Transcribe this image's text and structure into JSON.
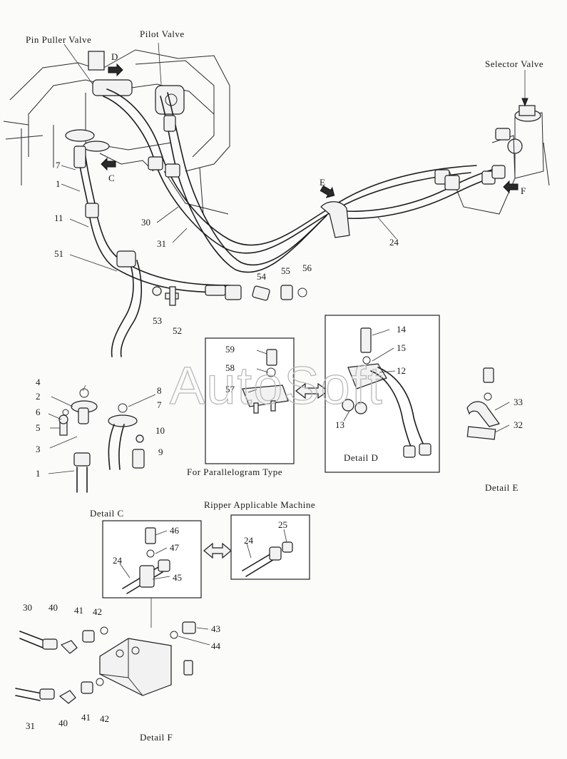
{
  "titles": {
    "pin_puller_valve": "Pin Puller Valve",
    "pilot_valve": "Pilot Valve",
    "selector_valve": "Selector Valve",
    "for_parallelogram_type": "For Parallelogram Type",
    "ripper_applicable_machine": "Ripper Applicable Machine",
    "detail_c": "Detail C",
    "detail_d": "Detail D",
    "detail_e": "Detail E",
    "detail_f": "Detail F"
  },
  "view_letters": {
    "c": "C",
    "d": "D",
    "e": "E",
    "f": "F"
  },
  "watermark": "AutoSoft",
  "part_numbers": {
    "main": [
      "7",
      "1",
      "11",
      "51",
      "30",
      "31",
      "24",
      "54",
      "55",
      "56",
      "53",
      "52"
    ],
    "left_detail": [
      "4",
      "2",
      "6",
      "5",
      "3",
      "1",
      "8",
      "7",
      "10",
      "9"
    ],
    "parallelogram": [
      "59",
      "58",
      "57"
    ],
    "detail_d": [
      "14",
      "15",
      "12",
      "13"
    ],
    "detail_e": [
      "33",
      "32"
    ],
    "detail_c": [
      "46",
      "47",
      "24",
      "45"
    ],
    "ripper": [
      "25",
      "24"
    ],
    "detail_f": [
      "30",
      "40",
      "41",
      "42",
      "43",
      "44",
      "31",
      "40",
      "41",
      "42"
    ]
  },
  "colors": {
    "line": "#1c1c1c",
    "background": "#fbfbfa",
    "watermark": "#b9b9b9"
  }
}
